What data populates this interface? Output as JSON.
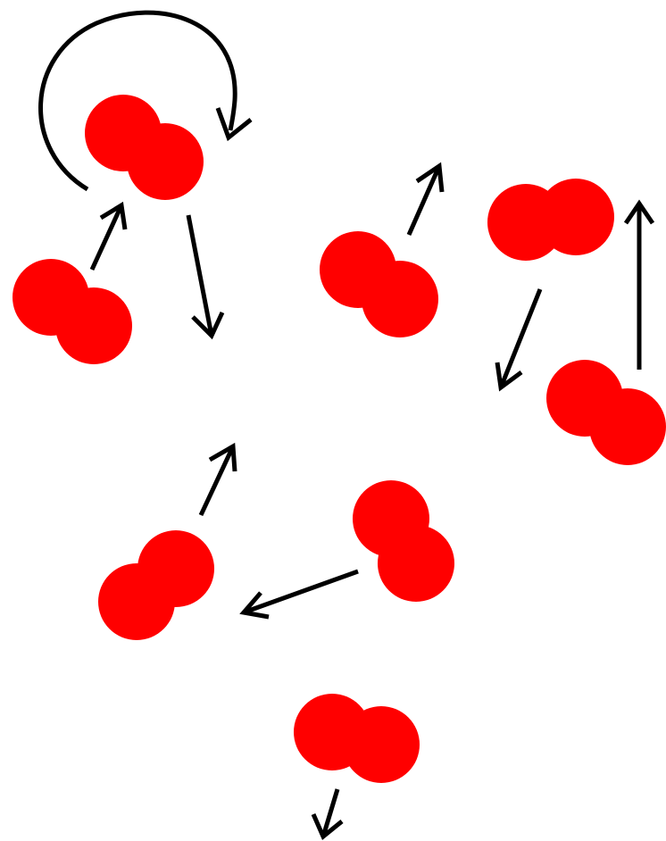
{
  "diagram": {
    "molecule_count": 8,
    "arrow_count": 9,
    "colors": {
      "atom": "#ff0000",
      "arrow": "#000000",
      "background": "#ffffff"
    },
    "molecule_shape": "diatomic-two-overlapping-circles",
    "arrow_style": "open-chevron-head"
  }
}
